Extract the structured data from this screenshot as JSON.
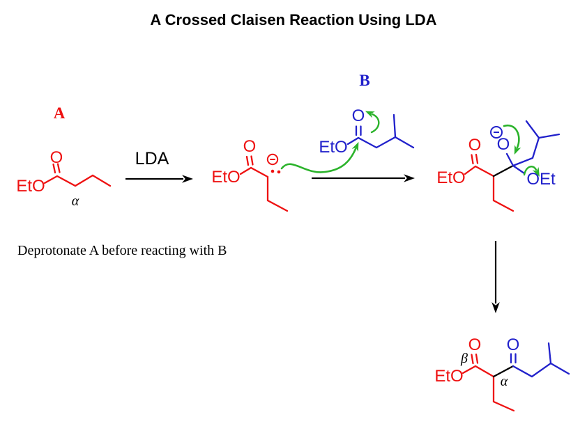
{
  "title": "A Crossed Claisen Reaction Using LDA",
  "caption": "Deprotonate A before reacting with B",
  "reagent": {
    "label": "LDA"
  },
  "molecule_a": {
    "tag": "A",
    "ester_label": "EtO",
    "carbonyl_o": "O",
    "alpha_label": "α"
  },
  "enolate": {
    "ester_label": "EtO",
    "carbonyl_o": "O"
  },
  "molecule_b": {
    "tag": "B",
    "ester_label": "EtO",
    "carbonyl_o": "O"
  },
  "intermediate": {
    "ester_label": "EtO",
    "carbonyl_o": "O",
    "alkoxide_o": "O",
    "leaving_group_label": "OEt"
  },
  "product": {
    "ester_label": "EtO",
    "ester_o": "O",
    "ketone_o": "O",
    "alpha_label": "α",
    "beta_label": "β"
  },
  "icons": {
    "negative_charge": "circled-minus",
    "lone_pair": "two-dots",
    "reaction_arrow": "black-barbed-arrow",
    "electron_pushing_arrow": "green-curved-arrow"
  },
  "colors": {
    "red": "#ee1111",
    "blue": "#2121cb",
    "green": "#2bb32b",
    "black": "#000000",
    "bg": "#ffffff"
  }
}
